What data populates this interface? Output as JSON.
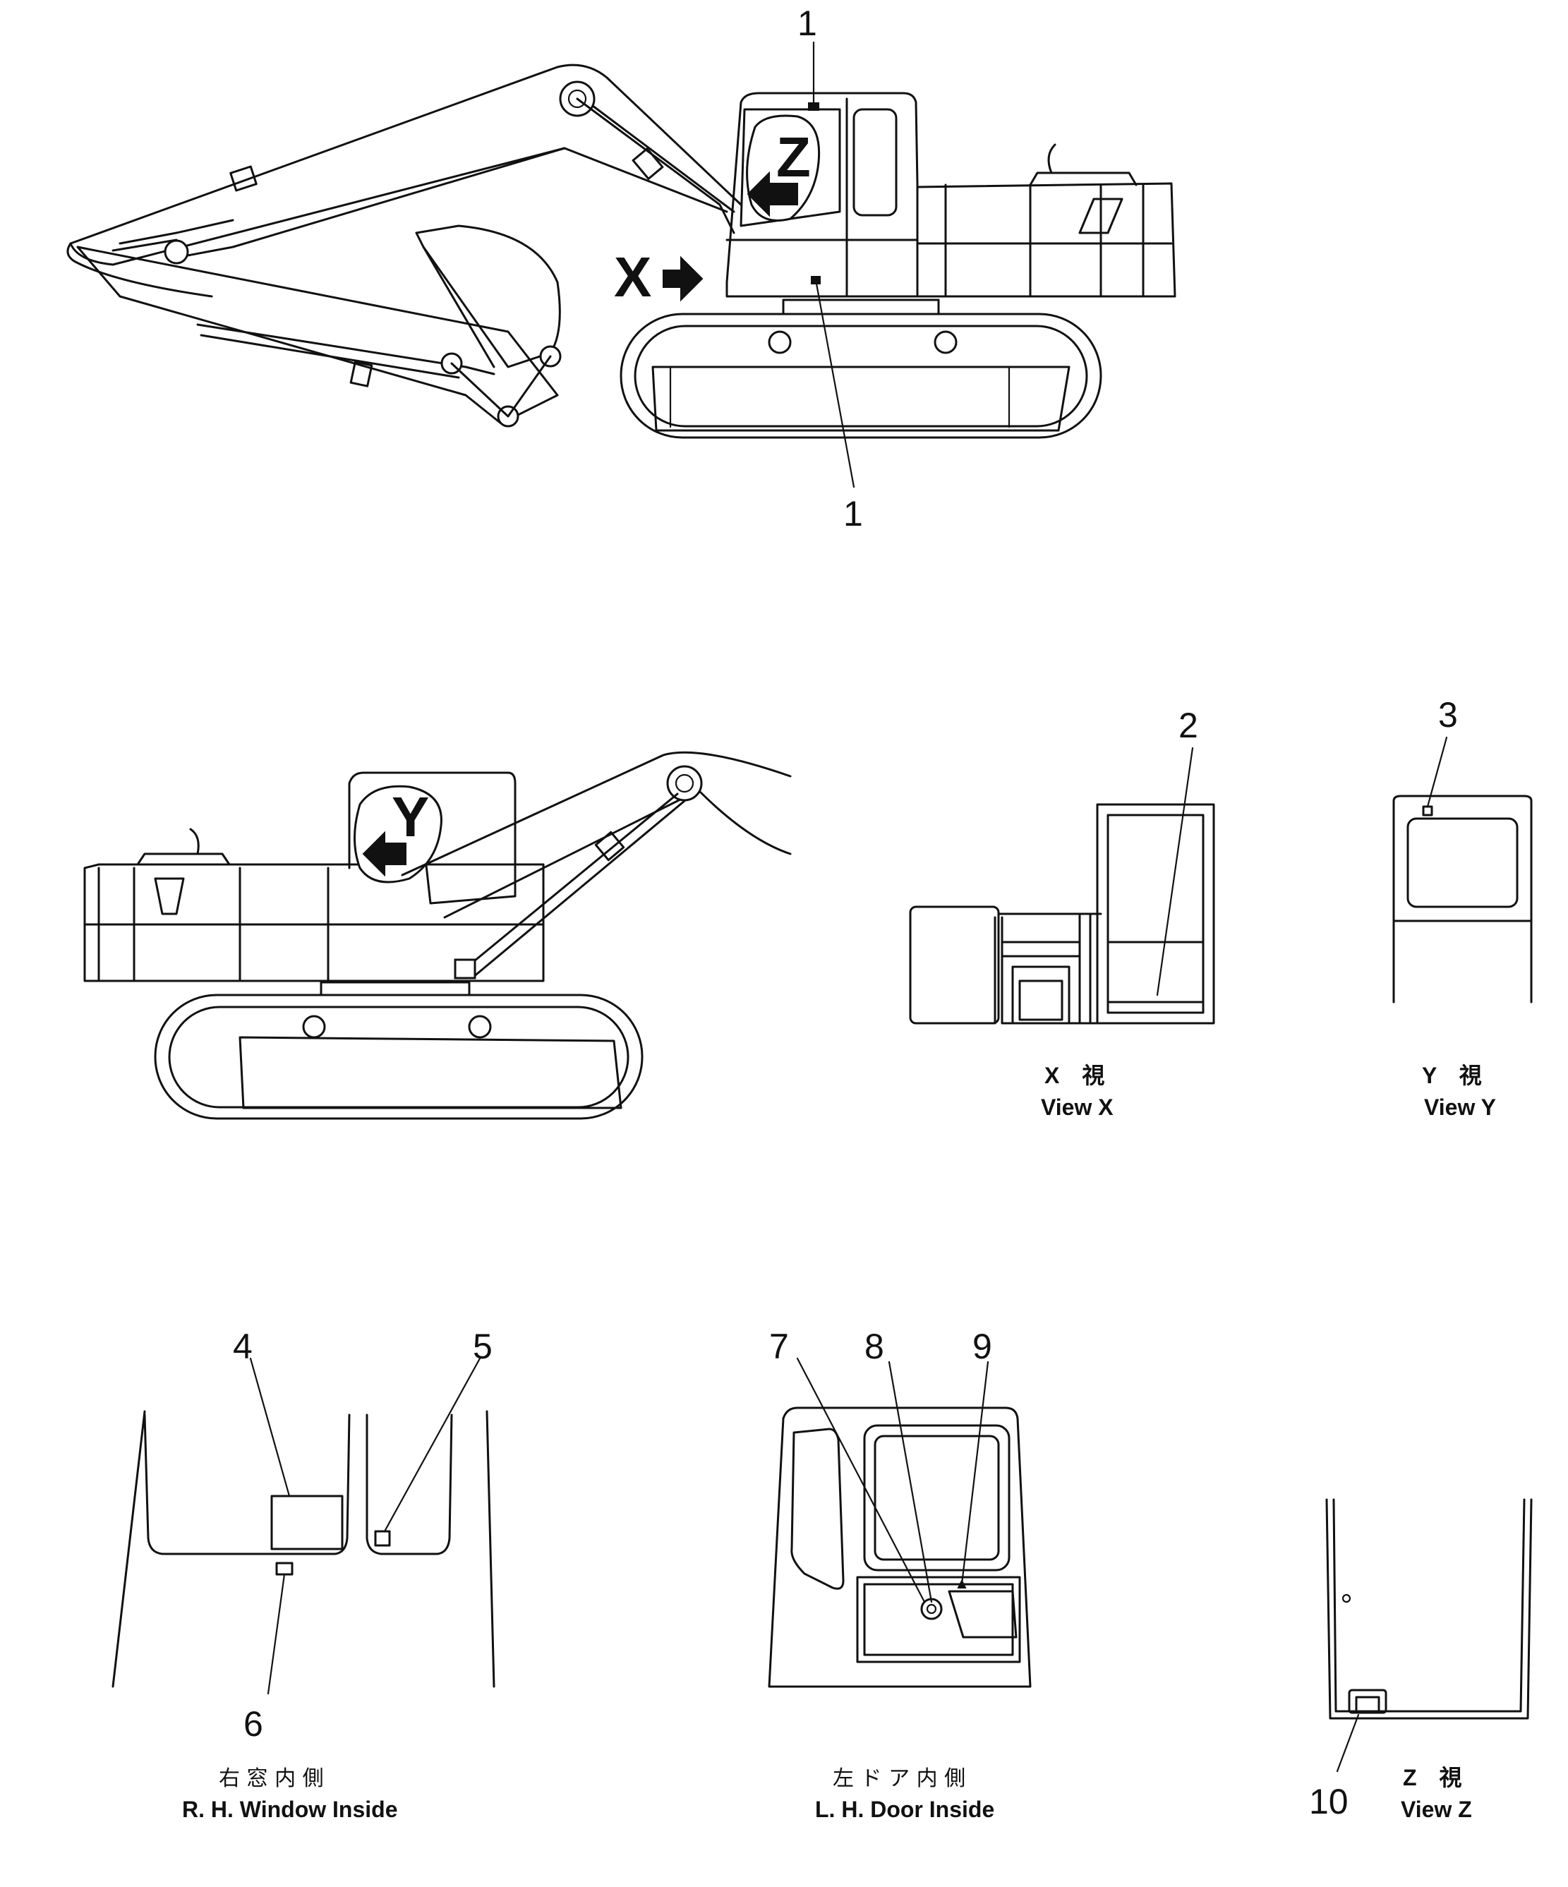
{
  "callouts": {
    "n1": "1",
    "n2": "2",
    "n3": "3",
    "n4": "4",
    "n5": "5",
    "n6": "6",
    "n7": "7",
    "n8": "8",
    "n9": "9",
    "n10": "10"
  },
  "view_markers": {
    "x": "X",
    "y": "Y",
    "z": "Z"
  },
  "captions": {
    "view_x_jp": "X　視",
    "view_x_en": "View  X",
    "view_y_jp": "Y　視",
    "view_y_en": "View  Y",
    "view_z_jp": "Z　視",
    "view_z_en": "View  Z",
    "rh_window_jp": "右 窓 内 側",
    "rh_window_en": "R. H.  Window   Inside",
    "lh_door_jp": "左 ド ア 内 側",
    "lh_door_en": "L. H.  Door   Inside"
  }
}
